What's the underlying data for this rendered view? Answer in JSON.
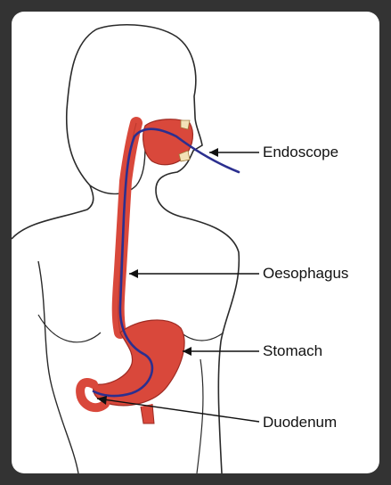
{
  "labels": {
    "endoscope": "Endoscope",
    "oesophagus": "Oesophagus",
    "stomach": "Stomach",
    "duodenum": "Duodenum"
  },
  "colors": {
    "background_frame": "#333333",
    "panel": "#ffffff",
    "outline": "#2a2a2a",
    "organ_red": "#d9483b",
    "organ_dark": "#9e2a22",
    "endoscope_tube": "#2b2f8f"
  }
}
